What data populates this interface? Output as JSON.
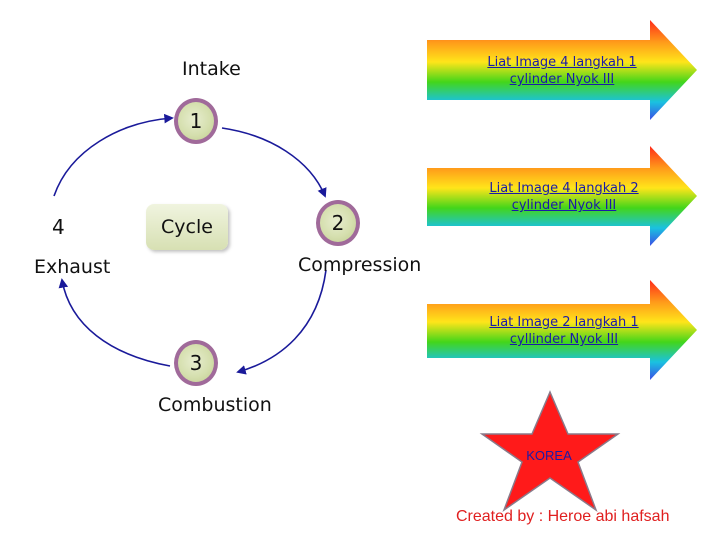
{
  "diagram": {
    "phases": {
      "intake": "Intake",
      "exhaust": "Exhaust",
      "compression": "Compression",
      "combustion": "Combustion"
    },
    "nodes": {
      "n1": "1",
      "n2": "2",
      "n3": "3",
      "n4": "4"
    },
    "center": "Cycle"
  },
  "links": [
    {
      "line1": "Liat Image 4 langkah 1",
      "line2": "cylinder Nyok III"
    },
    {
      "line1": "Liat Image 4 langkah 2",
      "line2": "cylinder Nyok III"
    },
    {
      "line1": "Liat Image 2 langkah 1",
      "line2": "cyllinder Nyok III"
    }
  ],
  "star": {
    "label": "KOREA",
    "fill": "#ff1a1a"
  },
  "footer": {
    "credit": "Created by : Heroe abi hafsah"
  },
  "colors": {
    "link_text": "#1a1aa8",
    "arc": "#1a1a9a",
    "node_border": "#a06a9a"
  }
}
